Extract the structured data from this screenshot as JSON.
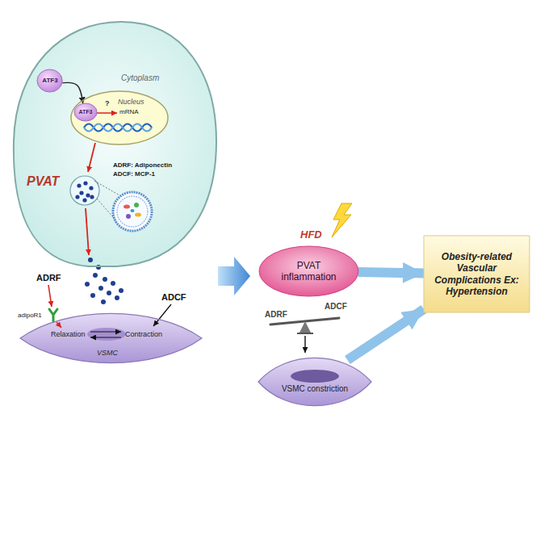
{
  "diagram": {
    "nodes": [
      {
        "text": [
          "Cytoplasm",
          "PVAT"
        ]
      },
      {
        "text": [
          "ATF3"
        ],
        "in": 0
      },
      {
        "text": [
          "Nucleus"
        ],
        "in": 0
      },
      {
        "text": [
          "ATF3"
        ],
        "in": 2
      },
      {
        "text": [
          "Relaxation",
          "Contraction",
          "VSMC"
        ]
      },
      {
        "text": [
          "PVAT inflammation"
        ]
      },
      {
        "text": [
          "VSMC constriction"
        ]
      },
      {
        "text": [
          "Obesity-related Vascular Complications Ex: Hypertension"
        ]
      }
    ],
    "edges": [
      {
        "from": 1,
        "to": 3,
        "arrow": "to"
      },
      {
        "from": 5,
        "to": 7,
        "arrow": "to"
      },
      {
        "from": 6,
        "to": 7,
        "arrow": "to"
      }
    ],
    "labels": [
      "?",
      "mRNA",
      "ADRF: Adiponectin",
      "ADCF: MCP-1",
      "ADRF",
      "adipoR1",
      "ADCF",
      "HFD",
      "ADRF",
      "ADCF"
    ]
  }
}
